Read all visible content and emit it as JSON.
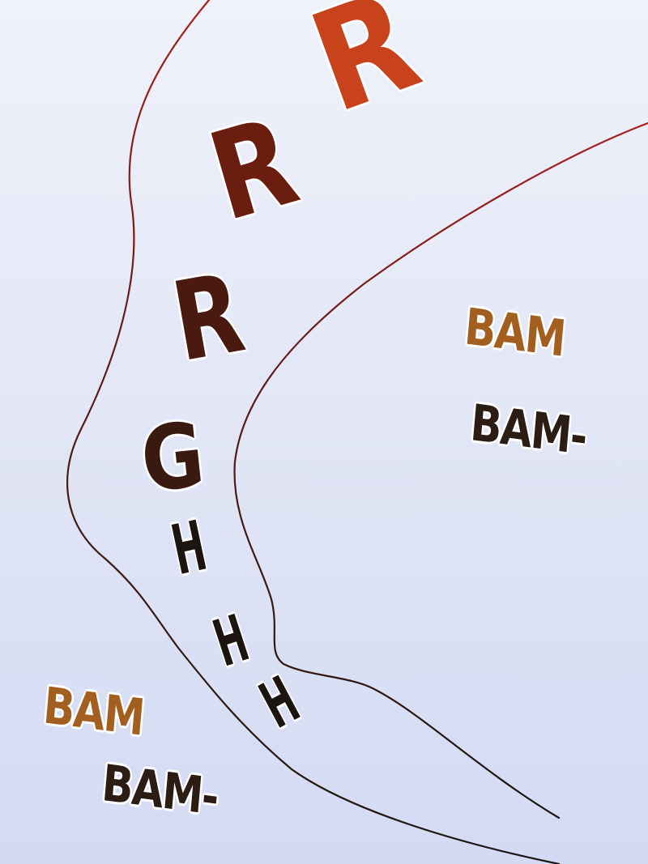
{
  "panel": {
    "growl": {
      "letters": [
        "R",
        "R",
        "R",
        "G",
        "H",
        "H",
        "H"
      ],
      "colors": [
        "#c8421c",
        "#6b1d10",
        "#4a1a10",
        "#3a1a10",
        "#1c1410",
        "#1c1410",
        "#1c1410"
      ]
    },
    "sfx_right": {
      "line1": "BAM",
      "line2": "BAM-",
      "color1": "#a25f1f",
      "color2": "#2b1c14"
    },
    "sfx_left": {
      "line1": "BAM",
      "line2": "BAM-",
      "color1": "#a25f1f",
      "color2": "#2b1c14"
    },
    "line_color_top": "#a81f1a",
    "line_color_bottom": "#1a1410"
  }
}
